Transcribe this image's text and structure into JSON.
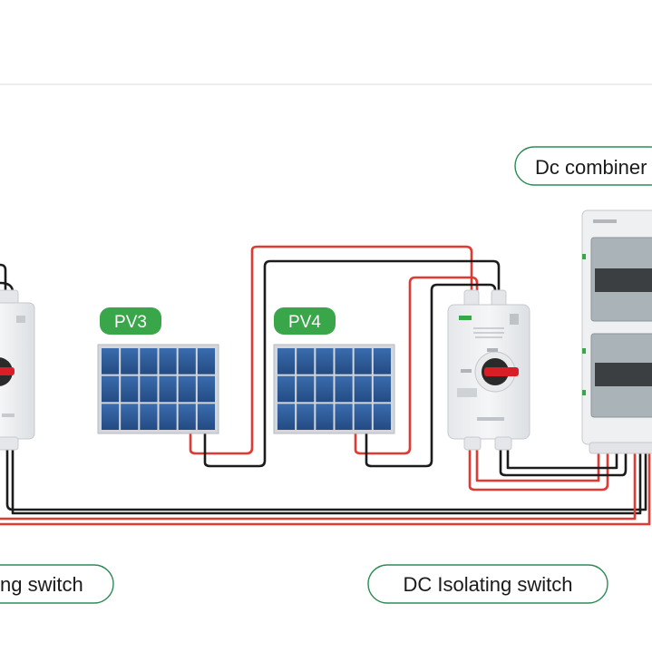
{
  "labels": {
    "combiner": "Dc combiner",
    "isolating_left": "ng switch",
    "isolating_right": "DC Isolating switch"
  },
  "panels": [
    {
      "label": "PV3"
    },
    {
      "label": "PV4"
    }
  ],
  "colors": {
    "wire_red": "#e03a33",
    "wire_black": "#1c1c1c",
    "pv_badge": "#3aa64a",
    "label_border": "#2e8b57",
    "panel_cell": "#2f5d9a",
    "panel_frame": "#c7ccd2",
    "enclosure": "#eef0f2",
    "switch_knob": "#d81f26",
    "rule_line": "#dddddd"
  },
  "icons": [
    "dc-isolator-switch-icon",
    "solar-panel-icon",
    "combiner-box-icon"
  ]
}
